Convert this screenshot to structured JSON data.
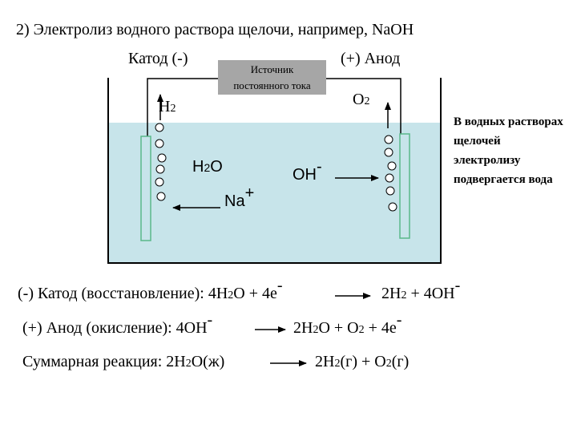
{
  "title": "2) Электролиз водного раствора щелочи, например, NaOH",
  "electrodes": {
    "cathode_label": "Катод (-)",
    "anode_label": "(+) Анод"
  },
  "source": {
    "line1": "Источник",
    "line2": "постоянного тока"
  },
  "species": {
    "h2": "H",
    "h2_sub": "2",
    "o2": "O",
    "o2_sub": "2",
    "h2o_h": "H",
    "h2o_sub": "2",
    "h2o_o": "O",
    "oh": "OH",
    "oh_charge": "-",
    "na": "Na",
    "na_charge": "+"
  },
  "side_note": "В водных растворах щелочей электролизу подвергается вода",
  "equations": {
    "cathode": {
      "prefix": "(-) Катод (восстановление): 4H",
      "sub": "2",
      "mid": "O + 4e",
      "charge": "-",
      "product_a": "2H",
      "product_sub": "2",
      "product_b": " + 4OH",
      "product_charge": "-"
    },
    "anode": {
      "prefix": "(+) Анод (окисление): 4OH",
      "charge": "-",
      "product_a": "2H",
      "product_sub1": "2",
      "product_b": "O + O",
      "product_sub2": "2",
      "product_c": " + 4e",
      "product_charge": "-"
    },
    "total": {
      "prefix": "Суммарная реакция: 2H",
      "sub": "2",
      "mid": "O(ж)",
      "product_a": "2H",
      "product_sub1": "2",
      "product_b": "(г) + O",
      "product_sub2": "2",
      "product_c": "(г)"
    }
  },
  "colors": {
    "solution": "#c7e4ea",
    "electrode": "#c7e4ea",
    "electrode_border": "#5ab88a",
    "source_box": "#a6a6a6",
    "vessel": "#000000"
  }
}
